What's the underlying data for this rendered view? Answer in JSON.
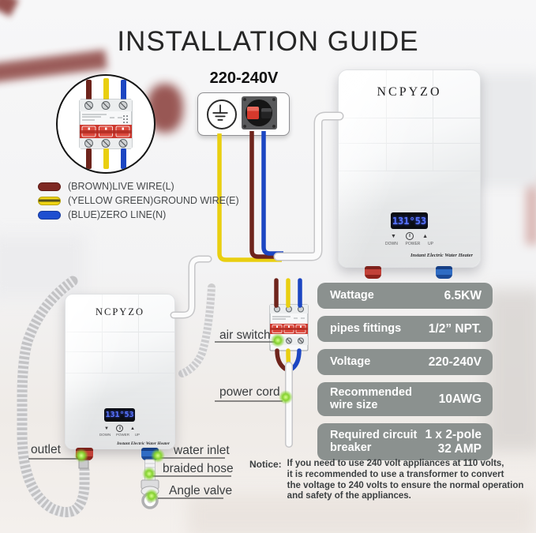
{
  "title": "INSTALLATION GUIDE",
  "power": {
    "voltage_label": "220-240V"
  },
  "legend": {
    "items": [
      {
        "name": "live-wire",
        "color": "#7e2822",
        "label": "(BROWN)LIVE WIRE(L)"
      },
      {
        "name": "ground-wire",
        "color": "#f0d414",
        "label": "(YELLOW GREEN)GROUND WIRE(E)"
      },
      {
        "name": "zero-wire",
        "color": "#1f4fd0",
        "label": "(BLUE)ZERO LINE(N)"
      }
    ]
  },
  "heater": {
    "brand": "NCPYZO",
    "display_value": "131°53",
    "down_label": "DOWN",
    "power_label": "POWER",
    "up_label": "UP",
    "tagline": "Instant Electric Water Heater"
  },
  "callouts": {
    "air_switch": "air switch",
    "power_cord": "power cord",
    "outlet": "outlet",
    "water_inlet": "water inlet",
    "braided_hose": "braided hose",
    "angle_valve": "Angle valve"
  },
  "specs": {
    "rows": [
      {
        "label": "Wattage",
        "value": "6.5KW"
      },
      {
        "label": "pipes fittings",
        "value": "1/2” NPT."
      },
      {
        "label": "Voltage",
        "value": "220-240V"
      },
      {
        "label": "Recommended wire size",
        "value": "10AWG"
      },
      {
        "label": "Required circuit breaker",
        "value": "1 x 2-pole\n32 AMP"
      }
    ]
  },
  "notice": {
    "label": "Notice:",
    "lines": [
      "If you need to use 240 volt appliances at 110 volts,",
      "it is recommended to use a transformer to convert",
      "the voltage to 240 volts to ensure the normal operation",
      "and safety of the appliances."
    ]
  },
  "colors": {
    "live_wire": "#6e241c",
    "ground_wire": "#e9cf10",
    "zero_wire": "#1c46c2",
    "spec_box": "#8b918f",
    "display_digits": "#5b76ff"
  }
}
